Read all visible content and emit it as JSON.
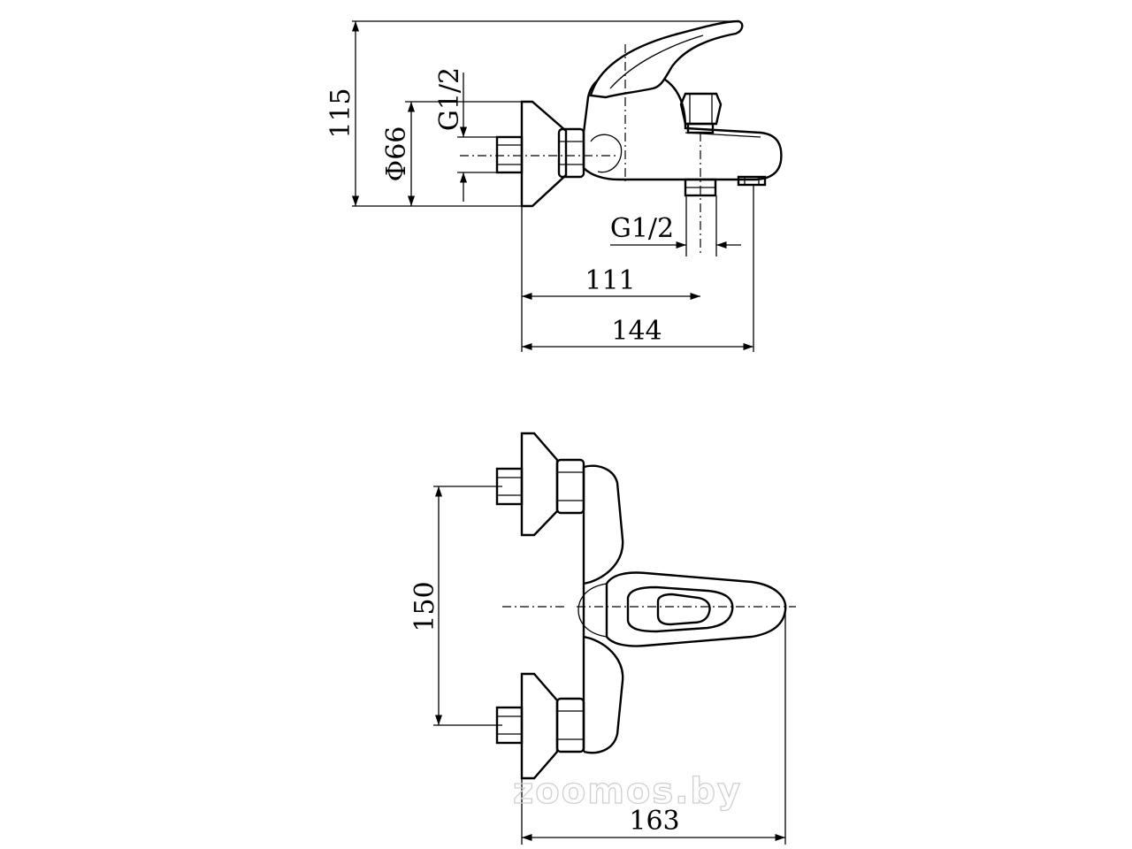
{
  "dimensions": {
    "top_height": "115",
    "top_diameter": "Φ66",
    "top_inlet_thread": "G1/2",
    "top_outlet_thread": "G1/2",
    "top_spout_axis": "111",
    "top_overall_depth": "144",
    "bottom_centers": "150",
    "bottom_overall_depth": "163"
  },
  "watermark": "zoomos.by"
}
